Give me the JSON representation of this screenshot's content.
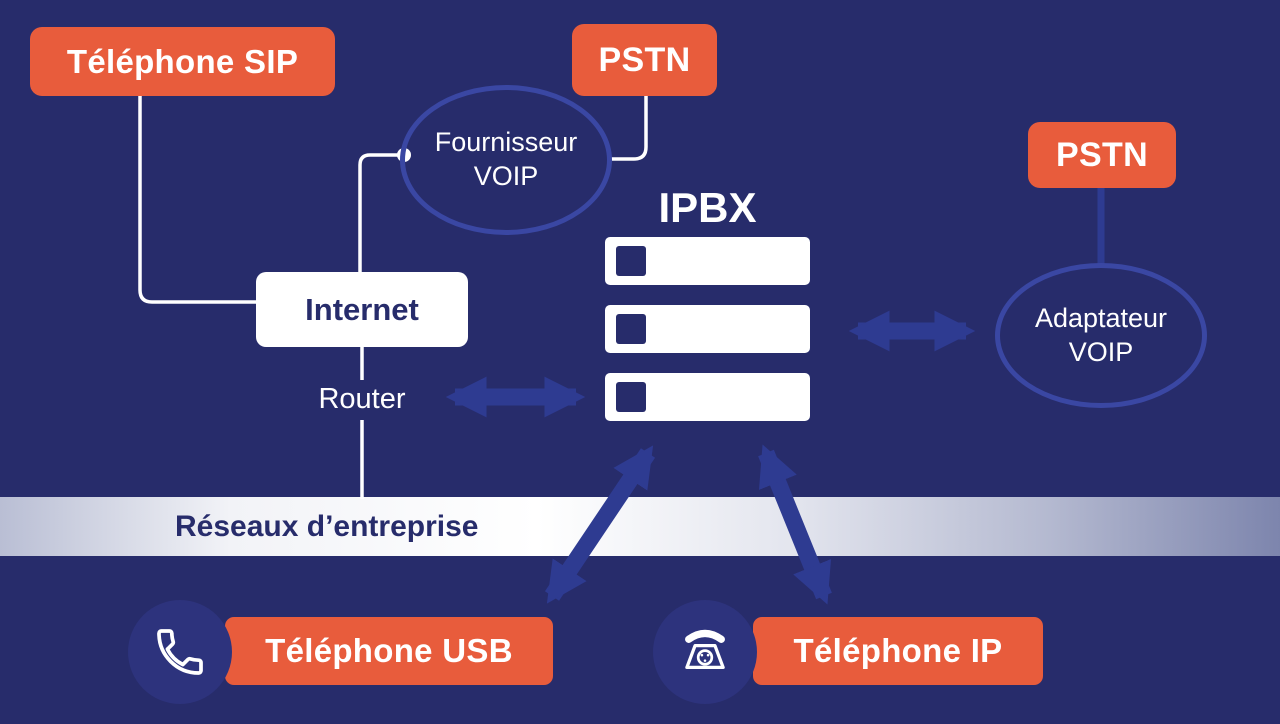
{
  "diagram_title": "IPBX",
  "nodes": {
    "telephone_sip": {
      "label": "Téléphone SIP"
    },
    "pstn_top": {
      "label": "PSTN"
    },
    "pstn_right": {
      "label": "PSTN"
    },
    "fournisseur_voip": {
      "line1": "Fournisseur",
      "line2": "VOIP"
    },
    "internet": {
      "label": "Internet"
    },
    "router": {
      "label": "Router"
    },
    "adaptateur_voip": {
      "line1": "Adaptateur",
      "line2": "VOIP"
    },
    "reseaux_entreprise": {
      "label": "Réseaux d’entreprise"
    },
    "telephone_usb": {
      "label": "Téléphone USB"
    },
    "telephone_ip": {
      "label": "Téléphone IP"
    }
  },
  "icons": {
    "server": "ipbx-server-icon",
    "handset": "phone-handset-icon",
    "desk_phone": "desk-phone-icon",
    "connector_dot": "voip-connector-dot"
  },
  "colors": {
    "background": "#272c6b",
    "accent_orange": "#e85c3c",
    "arrow_blue": "#2e3b91",
    "ellipse_border": "#3a47a3",
    "circle_navy": "#2d337d",
    "text_navy": "#272c6b",
    "white": "#ffffff"
  }
}
